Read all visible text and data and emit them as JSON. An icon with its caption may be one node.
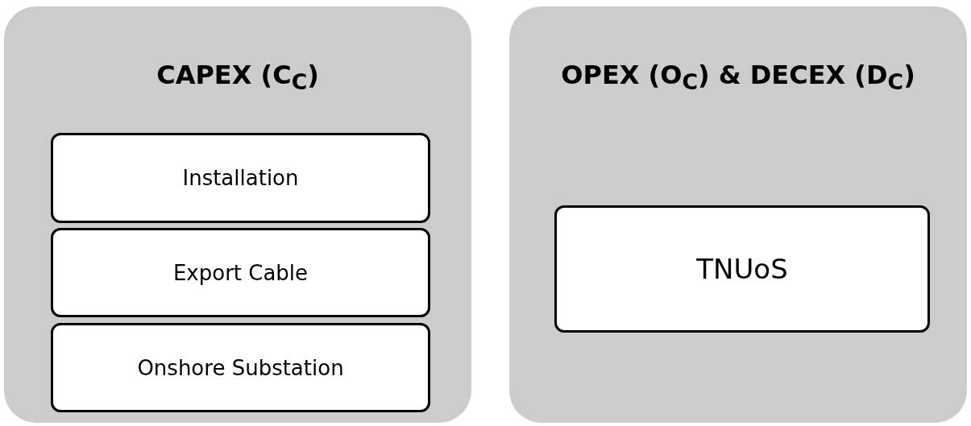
{
  "diagram": {
    "nodes": [
      {
        "text": [
          "CAPEX (C$_{C}$)"
        ]
      },
      {
        "text": [
          "Installation"
        ],
        "in": 0
      },
      {
        "text": [
          "Export Cable"
        ],
        "in": 0
      },
      {
        "text": [
          "Onshore Substation"
        ],
        "in": 0
      },
      {
        "text": [
          "OPEX (O$_{C}$) & DECEX (D$_{C}$)"
        ]
      },
      {
        "text": [
          "TNUoS"
        ],
        "in": 4
      }
    ]
  }
}
